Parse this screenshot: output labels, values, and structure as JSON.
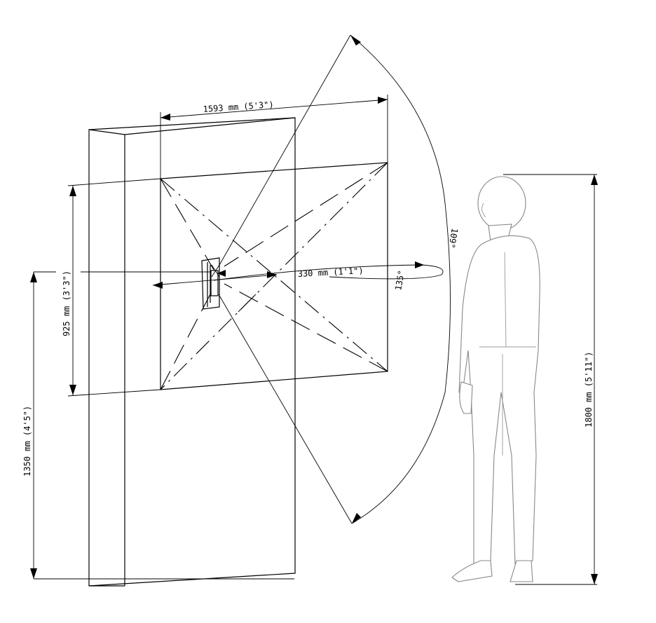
{
  "dimensions": {
    "width_label": "1593 mm (5'3\")",
    "height_label": "925 mm (3'3\")",
    "mount_height_label": "1350 mm (4'5\")",
    "person_height_label": "1800 mm (5'11\")",
    "distance_label": "330 mm (1'1\")"
  },
  "angles": {
    "vertical_angle_label": "109°",
    "horizontal_angle_label": "135°"
  },
  "colors": {
    "line": "#000000",
    "person_outline": "#888888",
    "background": "#ffffff"
  }
}
